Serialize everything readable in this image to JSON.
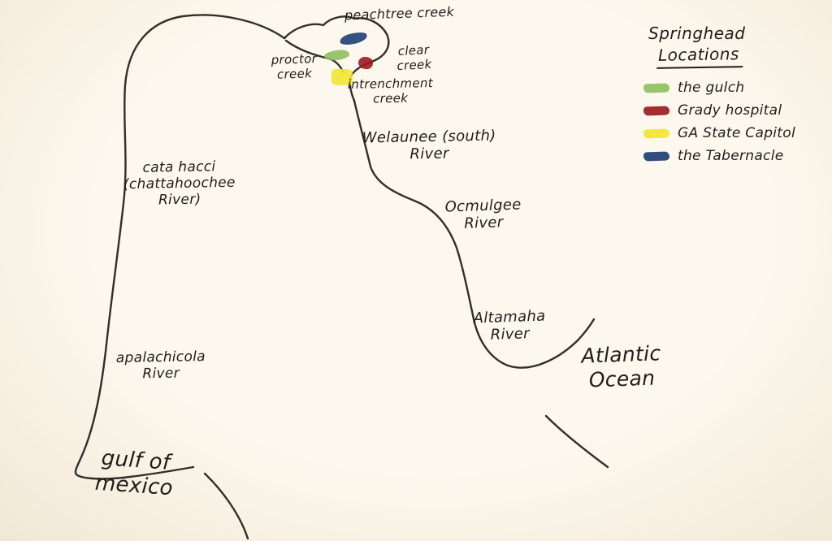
{
  "palette": {
    "ink": "#201d1a",
    "paper": "#fdf8ee",
    "paper_edge": "#f0e8d6"
  },
  "legend": {
    "title_line1": "Springhead",
    "title_line2": "Locations",
    "items": [
      {
        "id": "the-gulch",
        "label": "the gulch",
        "color": "#8fbf5e"
      },
      {
        "id": "grady-hospital",
        "label": "Grady hospital",
        "color": "#9c1a22"
      },
      {
        "id": "ga-state-capitol",
        "label": "GA State Capitol",
        "color": "#f2e632"
      },
      {
        "id": "the-tabernacle",
        "label": "the Tabernacle",
        "color": "#1e3e75"
      }
    ]
  },
  "map_labels": {
    "peachtree_creek": "peachtree creek",
    "clear_creek": "clear\ncreek",
    "proctor_creek": "proctor\ncreek",
    "intrenchment_creek": "intrenchment\ncreek",
    "welaunee_river": "Welaunee (south)\nRiver",
    "cata_hacci": "cata hacci\n(chattahoochee\nRiver)",
    "ocmulgee_river": "Ocmulgee\nRiver",
    "altamaha_river": "Altamaha\nRiver",
    "apalachicola_river": "apalachicola\nRiver",
    "atlantic_ocean": "Atlantic\nOcean",
    "gulf_of_mexico": "gulf of\nmexico"
  }
}
